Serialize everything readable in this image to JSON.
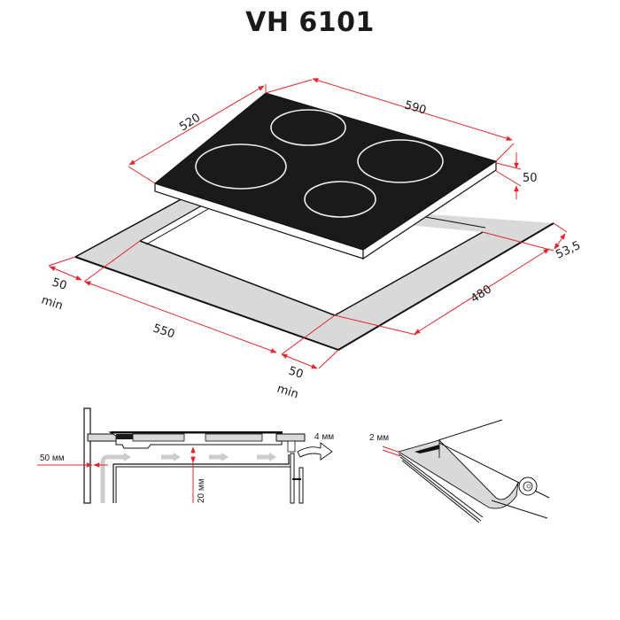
{
  "title": "VH 6101",
  "colors": {
    "glass": "#1a1a1a",
    "countertop": "#d9d9d9",
    "dimension_line": "#e0282e",
    "outline": "#111111",
    "airflow": "#cccccc"
  },
  "main_view": {
    "hob_dimensions": {
      "depth": "520",
      "width": "590",
      "height": "50"
    },
    "cutout_dimensions": {
      "width": "550",
      "depth": "480",
      "back_gap": "53,5",
      "front_gap": "50",
      "front_gap_note": "min",
      "side_gap": "50",
      "side_gap_note": "min"
    },
    "burners": [
      {
        "name": "rear-left",
        "size": "small"
      },
      {
        "name": "front-left",
        "size": "large"
      },
      {
        "name": "rear-right",
        "size": "large"
      },
      {
        "name": "front-right",
        "size": "small"
      }
    ]
  },
  "ventilation_view": {
    "side_clearance": "50 мм",
    "under_clearance": "20 мм",
    "rear_gap": "4 мм"
  },
  "seal_view": {
    "seal_thickness": "2 мм"
  }
}
